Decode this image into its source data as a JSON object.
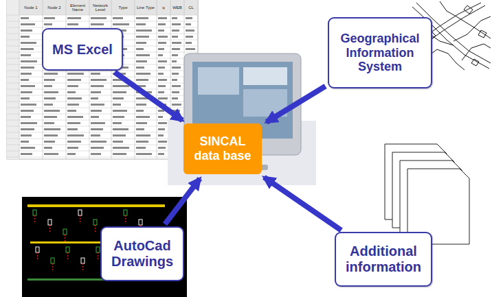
{
  "diagram": {
    "nodes": [
      {
        "text": [
          "MS Excel"
        ]
      },
      {
        "text": [
          "Geographical Information System"
        ]
      },
      {
        "text": [
          "SINCAL data base"
        ]
      },
      {
        "text": [
          "AutoCad Drawings"
        ]
      },
      {
        "text": [
          "Additional information"
        ]
      }
    ],
    "edges": [
      {
        "from": 0,
        "to": 2,
        "arrow": "to"
      },
      {
        "from": 1,
        "to": 2,
        "arrow": "to"
      },
      {
        "from": 3,
        "to": 2,
        "arrow": "to"
      },
      {
        "from": 4,
        "to": 2,
        "arrow": "to"
      }
    ],
    "labels": [
      "Node 1",
      "Node 2",
      "Element Name",
      "Network Level",
      "Type",
      "Line Type",
      "q",
      "WEB",
      "CL"
    ]
  }
}
